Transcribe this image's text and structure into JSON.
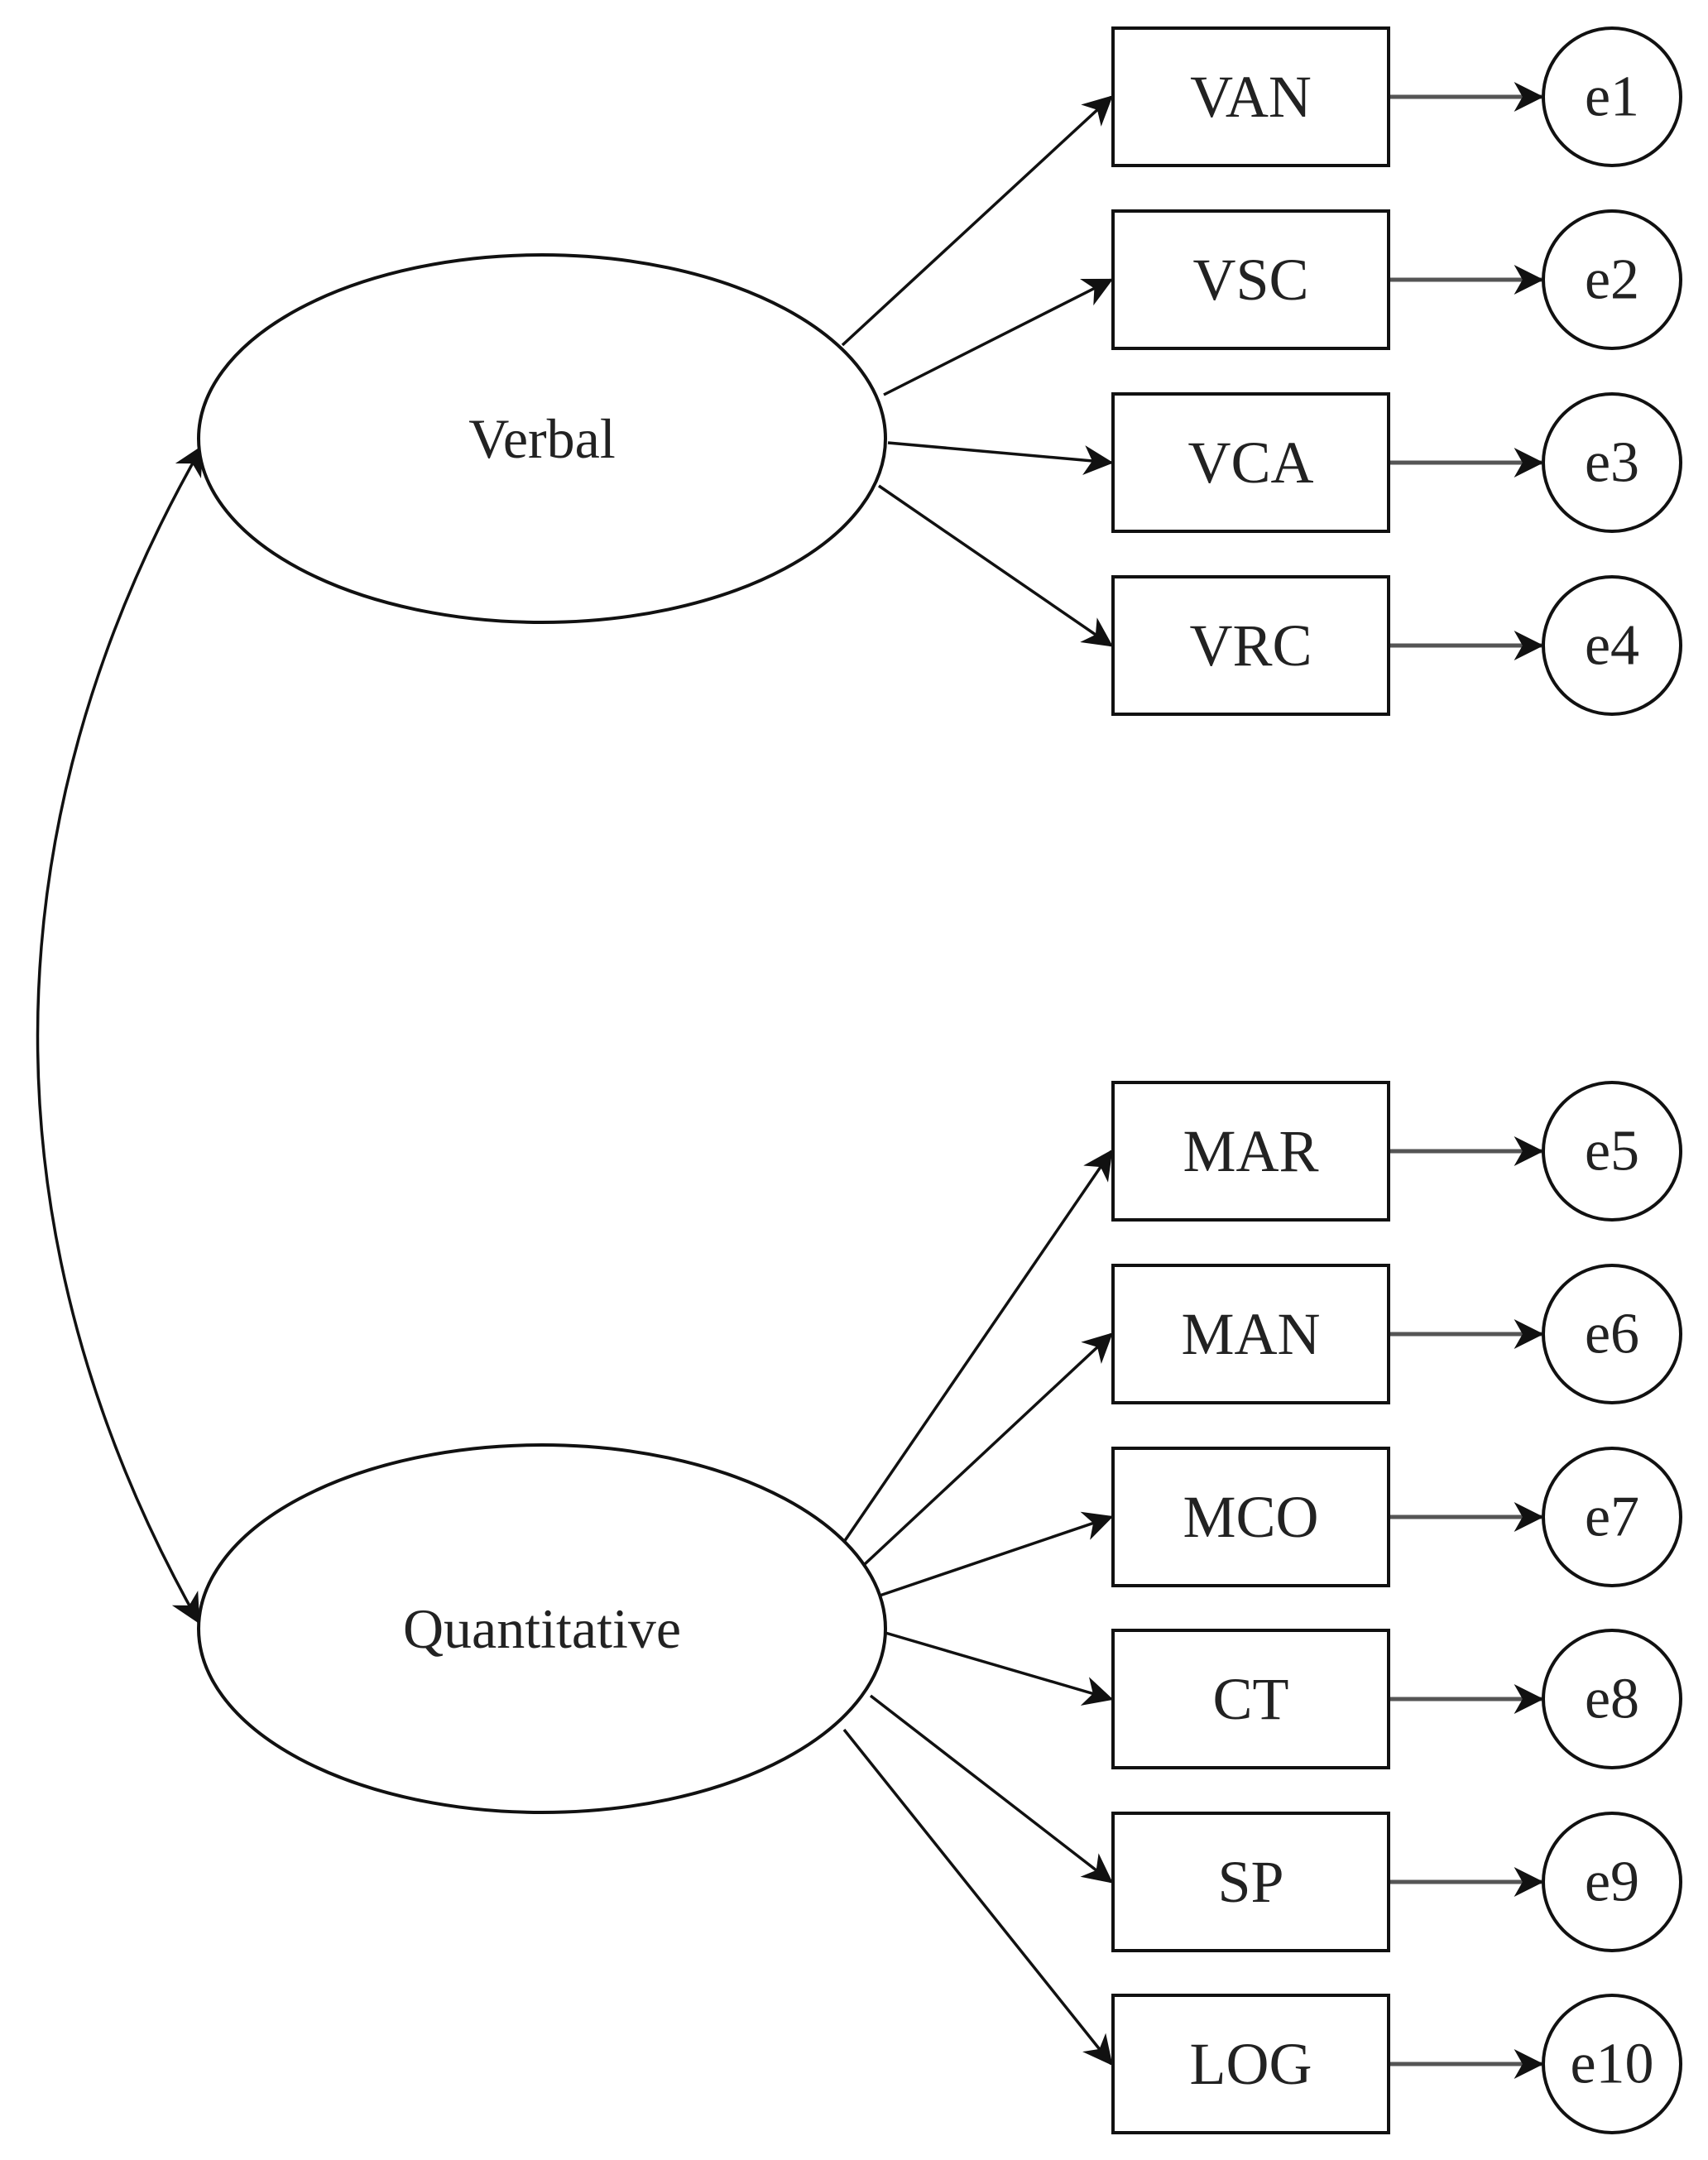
{
  "latent": [
    {
      "id": "verbal",
      "label": "Verbal"
    },
    {
      "id": "quantitative",
      "label": "Quantitative"
    }
  ],
  "indicators": [
    {
      "label": "VAN",
      "factor": "verbal",
      "error": "e1"
    },
    {
      "label": "VSC",
      "factor": "verbal",
      "error": "e2"
    },
    {
      "label": "VCA",
      "factor": "verbal",
      "error": "e3"
    },
    {
      "label": "VRC",
      "factor": "verbal",
      "error": "e4"
    },
    {
      "label": "MAR",
      "factor": "quantitative",
      "error": "e5"
    },
    {
      "label": "MAN",
      "factor": "quantitative",
      "error": "e6"
    },
    {
      "label": "MCO",
      "factor": "quantitative",
      "error": "e7"
    },
    {
      "label": "CT",
      "factor": "quantitative",
      "error": "e8"
    },
    {
      "label": "SP",
      "factor": "quantitative",
      "error": "e9"
    },
    {
      "label": "LOG",
      "factor": "quantitative",
      "error": "e10"
    }
  ],
  "correlation": {
    "from": "verbal",
    "to": "quantitative"
  }
}
